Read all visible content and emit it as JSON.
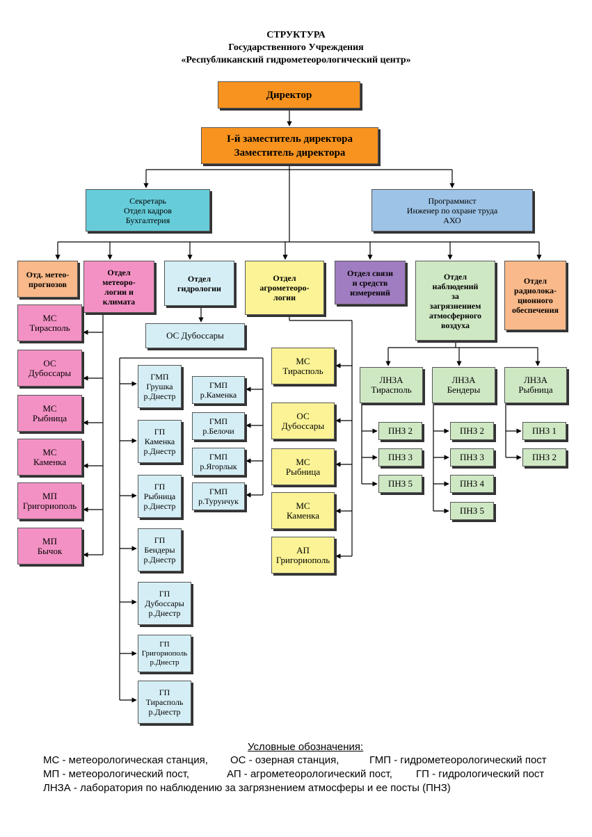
{
  "title": {
    "line1": "СТРУКТУРА",
    "line2": "Государственного Учреждения",
    "line3": "«Республиканский гидрометеорологический центр»"
  },
  "nodes": {
    "director": "Директор",
    "deputy": "I-й  заместитель директора\nЗаместитель директора",
    "secretary": "Секретарь\nОтдел кадров\nБухгалтерия",
    "programmer": "Программист\nИнженер по охране труда\nАХО",
    "dept_forecast": "Отд. метео-\nпрогнозов",
    "dept_meteo": "Отдел\nметеоро-\nлогии и\nклимата",
    "dept_hydro": "Отдел\nгидрологии",
    "dept_agro": "Отдел\nагрометеоро-\nлогии",
    "dept_comm": "Отдел связи\nи средств\nизмерений",
    "dept_obs": "Отдел\nнаблюдений\nза\nзагрязнением\nатмосферного\nвоздуха",
    "dept_radar": "Отдел\nрадиолока-\nционного\nобеспечения",
    "meteo_stations": [
      "МС\nТирасполь",
      "ОС\nДубоссары",
      "МС\nРыбница",
      "МС\nКаменка",
      "МП\nГригориополь",
      "МП\nБычок"
    ],
    "os_dubossary": "ОС Дубоссары",
    "hydro_left": [
      "ГМП\nГрушка\nр.Днестр",
      "ГП\nКаменка\nр.Днестр",
      "ГП\nРыбница\nр.Днестр",
      "ГП\nБендеры\nр.Днестр",
      "ГП\nДубоссары\nр.Днестр",
      "ГП\nГригориополь\nр.Днестр",
      "ГП\nТирасполь\nр.Днестр"
    ],
    "hydro_right": [
      "ГМП\nр.Каменка",
      "ГМП\nр.Белочи",
      "ГМП\nр.Ягорлык",
      "ГМП\nр.Турунчук"
    ],
    "agro_stations": [
      "МС\nТирасполь",
      "ОС\nДубоссары",
      "МС\nРыбница",
      "МС\nКаменка",
      "АП\nГригориополь"
    ],
    "lnza": [
      "ЛНЗА\nТирасполь",
      "ЛНЗА\nБендеры",
      "ЛНЗА\nРыбница"
    ],
    "pnz_tiraspol": [
      "ПНЗ 2",
      "ПНЗ 3",
      "ПНЗ 5"
    ],
    "pnz_bendery": [
      "ПНЗ 2",
      "ПНЗ 3",
      "ПНЗ 4",
      "ПНЗ 5"
    ],
    "pnz_rybnica": [
      "ПНЗ 1",
      "ПНЗ 2"
    ]
  },
  "legend": {
    "title": "Условные обозначения:",
    "line1a": "МС - метеорологическая станция,",
    "line1b": "ОС - озерная станция,",
    "line1c": "ГМП - гидрометеорологический пост",
    "line2a": "МП - метеорологический пост,",
    "line2b": "АП - агрометеорологический пост,",
    "line2c": "ГП - гидрологический  пост",
    "line3": "ЛНЗА - лаборатория по наблюдению за загрязнением атмосферы  и  ее посты (ПНЗ)"
  }
}
